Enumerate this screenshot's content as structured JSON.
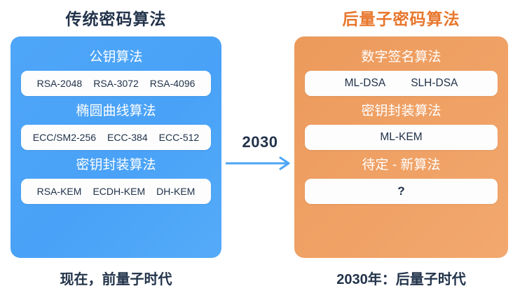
{
  "columns": {
    "legacy": {
      "title": "传统密码算法",
      "caption": "现在，前量子时代",
      "accent": "#4BA3F7",
      "title_color": "#22334A",
      "groups": [
        {
          "heading": "公钥算法",
          "items": [
            "RSA-2048",
            "RSA-3072",
            "RSA-4096"
          ]
        },
        {
          "heading": "椭圆曲线算法",
          "items": [
            "ECC/SM2-256",
            "ECC-384",
            "ECC-512"
          ]
        },
        {
          "heading": "密钥封装算法",
          "items": [
            "RSA-KEM",
            "ECDH-KEM",
            "DH-KEM"
          ]
        }
      ]
    },
    "pqc": {
      "title": "后量子密码算法",
      "caption": "2030年：后量子时代",
      "accent": "#F0A062",
      "title_color": "#E8762C",
      "groups": [
        {
          "heading": "数字签名算法",
          "items": [
            "ML-DSA",
            "SLH-DSA"
          ]
        },
        {
          "heading": "密钥封装算法",
          "items": [
            "ML-KEM"
          ]
        },
        {
          "heading": "待定 - 新算法",
          "items": [
            "?"
          ]
        }
      ]
    }
  },
  "transition": {
    "year": "2030",
    "arrow_icon": "arrow-right-icon",
    "arrow_color": "#4DA6F5"
  }
}
